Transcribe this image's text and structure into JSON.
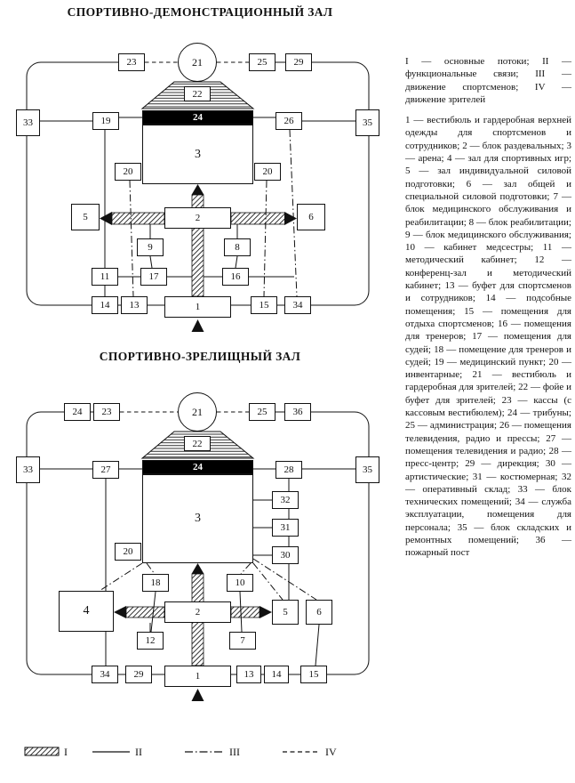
{
  "titles": {
    "d1": "СПОРТИВНО-ДЕМОНСТРАЦИОННЫЙ ЗАЛ",
    "d2": "СПОРТИВНО-ЗРЕЛИЩНЫЙ ЗАЛ"
  },
  "d1": {
    "c21": "21",
    "b23": "23",
    "b25": "25",
    "b29": "29",
    "t22": "22",
    "bar24": "24",
    "b3": "3",
    "b19": "19",
    "b26": "26",
    "b20l": "20",
    "b20r": "20",
    "b33": "33",
    "b35": "35",
    "b5": "5",
    "b2": "2",
    "b6": "6",
    "b9": "9",
    "b8": "8",
    "b11": "11",
    "b17": "17",
    "b16": "16",
    "b14": "14",
    "b13": "13",
    "b1": "1",
    "b15": "15",
    "b34": "34"
  },
  "d2": {
    "c21": "21",
    "b24t": "24",
    "b23": "23",
    "b25": "25",
    "b36": "36",
    "t22": "22",
    "bar24": "24",
    "b3": "3",
    "b27": "27",
    "b28": "28",
    "b32": "32",
    "b31": "31",
    "b30": "30",
    "b20": "20",
    "b33": "33",
    "b35": "35",
    "b18": "18",
    "b10": "10",
    "b4": "4",
    "b2": "2",
    "b5": "5",
    "b6": "6",
    "b12": "12",
    "b7": "7",
    "b34": "34",
    "b29": "29",
    "b1": "1",
    "b13": "13",
    "b14": "14",
    "b15": "15"
  },
  "legend": {
    "flows": "I — основные потоки; II — функциональные связи; III — движение спортсменов; IV — движение зрителей",
    "rooms": "1 — вестибюль и гардеробная верхней одежды для спортсменов и сотрудников; 2 — блок раздевальных; 3 — арена; 4 — зал для спортивных игр; 5 — зал индивидуальной силовой подготовки; 6 — зал общей и специальной силовой подготовки; 7 — блок медицинского обслуживания и реабилитации; 8 — блок реабилитации; 9 — блок медицинского обслуживания; 10 — кабинет медсестры; 11 — методический кабинет; 12 — конференц-зал и методический кабинет; 13 — буфет для спортсменов и сотрудников; 14 — подсобные помещения; 15 — помещения для отдыха спортсменов; 16 — помещения для тренеров; 17 — помещения для судей; 18 — помещение для тренеров и судей; 19 — медицинский пункт; 20 — инвентарные; 21 — вестибюль и гардеробная для зрителей; 22 — фойе и буфет для зрителей; 23 — кассы (с кассовым вестибюлем); 24 — трибуны; 25 — администрация; 26 — помещения телевидения, радио и прессы; 27 — помещения телевидения и радио; 28 — пресс-центр; 29 — дирекция; 30 — артистические; 31 — костюмерная; 32 — оперативный склад; 33 — блок технических помещений; 34 — служба эксплуатации, помещения для персонала; 35 — блок складских и ремонтных помещений; 36 — пожарный пост"
  },
  "line_legend": {
    "i": "I",
    "ii": "II",
    "iii": "III",
    "iv": "IV"
  }
}
